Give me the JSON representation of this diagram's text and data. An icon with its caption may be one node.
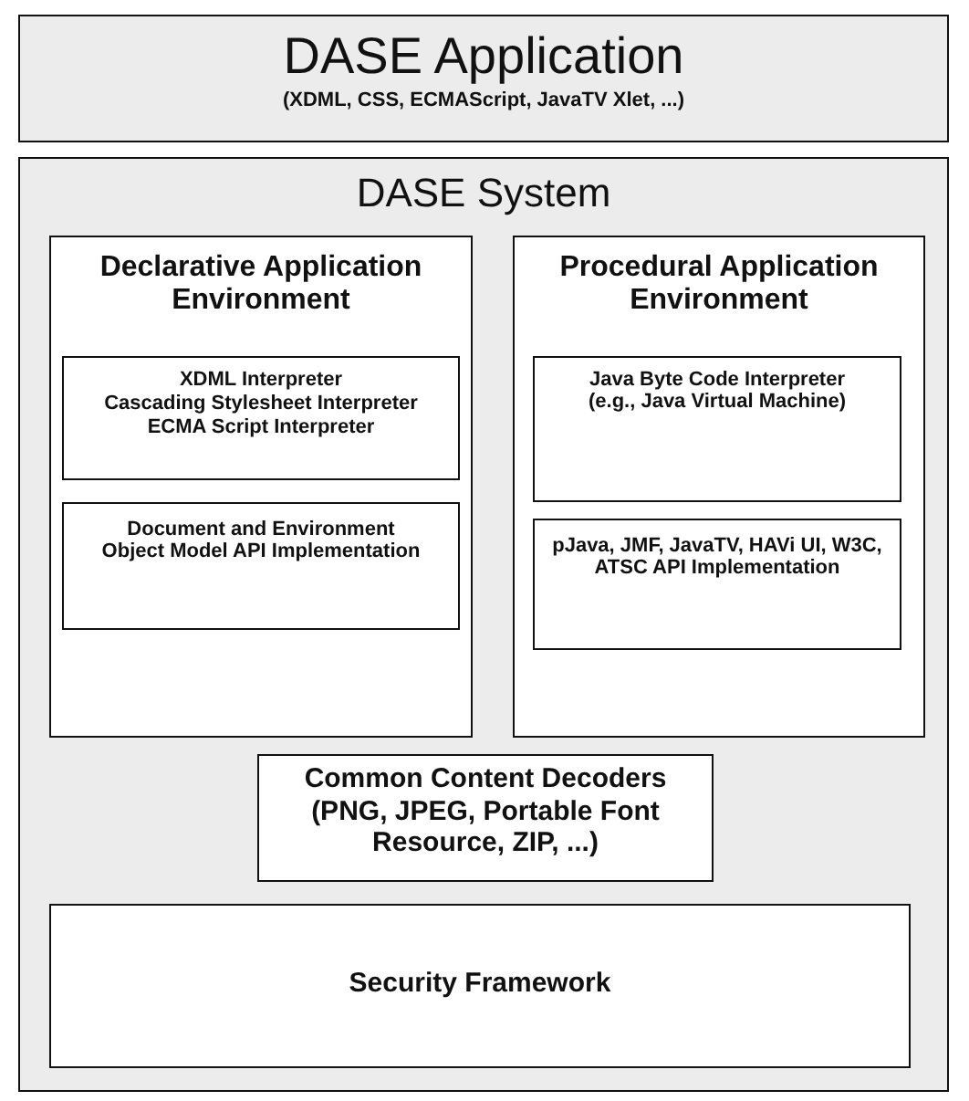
{
  "diagram": {
    "nodes": [
      {
        "text": [
          "DASE Application",
          "(XDML, CSS, ECMAScript, JavaTV Xlet, ...)"
        ]
      },
      {
        "text": [
          "DASE System"
        ]
      },
      {
        "text": [
          "Declarative Application Environment"
        ],
        "in": 1
      },
      {
        "text": [
          "XDML Interpreter",
          "Cascading Stylesheet Interpreter",
          "ECMA Script Interpreter"
        ],
        "in": 2
      },
      {
        "text": [
          "Document and Environment Object Model API Implementation"
        ],
        "in": 2
      },
      {
        "text": [
          "Procedural Application Environment"
        ],
        "in": 1
      },
      {
        "text": [
          "Java Byte Code Interpreter (e.g., Java Virtual Machine)"
        ],
        "in": 5
      },
      {
        "text": [
          "pJava, JMF, JavaTV, HAVi UI, W3C, ATSC API Implementation"
        ],
        "in": 5
      },
      {
        "text": [
          "Common Content Decoders",
          "(PNG, JPEG, Portable Font Resource, ZIP, ...)"
        ],
        "in": 1
      },
      {
        "text": [
          "Security Framework"
        ],
        "in": 1
      }
    ],
    "edges": []
  }
}
